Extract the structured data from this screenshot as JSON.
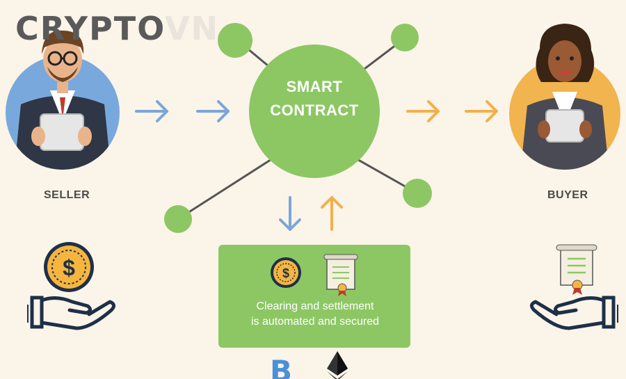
{
  "watermark": {
    "main": "CRYPTO",
    "suffix": "VN"
  },
  "contract": {
    "line1": "SMART",
    "line2": "CONTRACT"
  },
  "seller": {
    "label": "SELLER"
  },
  "buyer": {
    "label": "BUYER"
  },
  "box": {
    "line1": "Clearing and settlement",
    "line2": "is automated and secured",
    "dollar_symbol": "$"
  },
  "hand_coin": {
    "symbol": "$"
  },
  "colors": {
    "background": "#fbf4e8",
    "green": "#8dc764",
    "blue_arrow": "#7aa7d8",
    "orange_arrow": "#f1b04e",
    "seller_circle": "#79a9dc",
    "buyer_circle": "#f1b44e",
    "coin": "#f5b53f",
    "hand_outline": "#1e3048"
  },
  "icons": [
    "dollar-coin-icon",
    "certificate-icon",
    "blockchain-b-icon",
    "ethereum-icon",
    "hand-coin-icon",
    "hand-certificate-icon"
  ]
}
